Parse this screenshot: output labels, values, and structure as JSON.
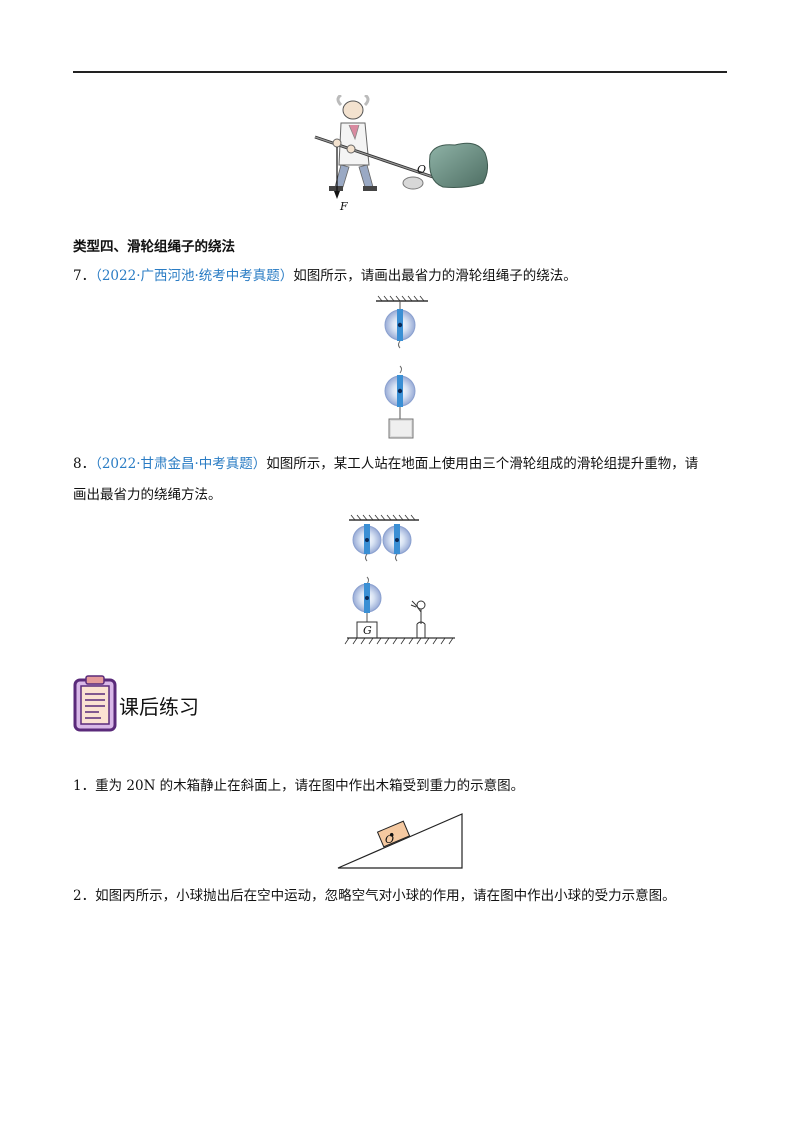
{
  "figure_lever": {
    "label_o": "O",
    "label_f": "F"
  },
  "section4": {
    "title": "类型四、滑轮组绳子的绕法"
  },
  "q7": {
    "number": "7．",
    "source": "（2022·广西河池·统考中考真题）",
    "text": "如图所示，请画出最省力的滑轮组绳子的绕法。"
  },
  "q8": {
    "number": "8．",
    "source": "（2022·甘肃金昌·中考真题）",
    "text_line1": "如图所示，某工人站在地面上使用由三个滑轮组成的滑轮组提升重物，请",
    "text_line2": "画出最省力的绕绳方法。",
    "weight_label": "G"
  },
  "homework": {
    "title": "课后练习"
  },
  "hw1": {
    "number": "1．",
    "text": "重为 20N 的木箱静止在斜面上，请在图中作出木箱受到重力的示意图。",
    "box_label": "O"
  },
  "hw2": {
    "number": "2．",
    "text": "如图丙所示，小球抛出后在空中运动，忽略空气对小球的作用，请在图中作出小球的受力示意图。"
  }
}
